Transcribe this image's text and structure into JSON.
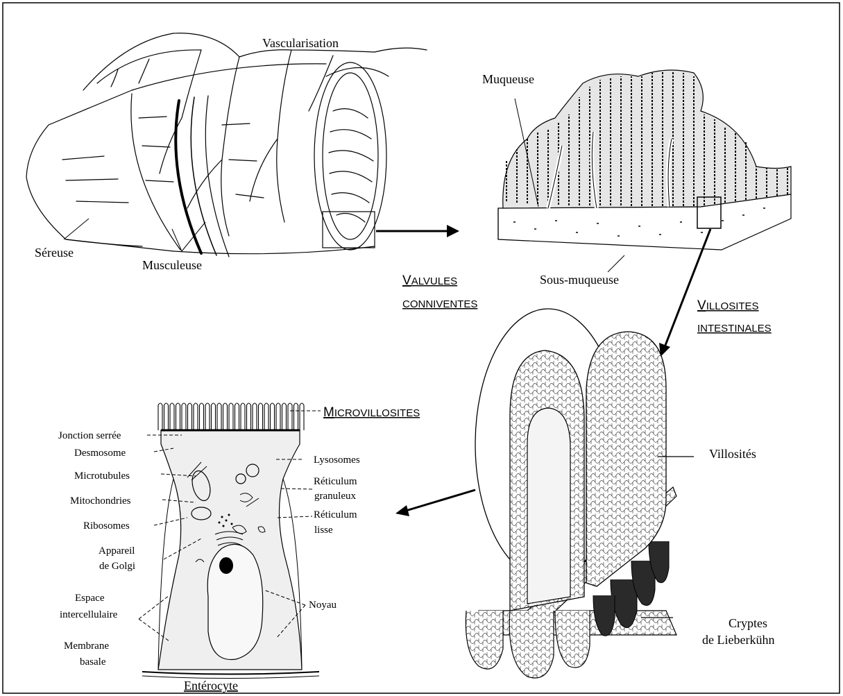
{
  "labels": {
    "vascularisation": "Vascularisation",
    "sereuse": "Séreuse",
    "musculeuse": "Musculeuse",
    "muqueuse": "Muqueuse",
    "sous_muqueuse": "Sous-muqueuse",
    "villosites": "Villosités",
    "cryptes_line1": "Cryptes",
    "cryptes_line2": "de Lieberkühn",
    "jonction_serree": "Jonction serrée",
    "desmosome": "Desmosome",
    "microtubules": "Microtubules",
    "mitochondries": "Mitochondries",
    "ribosomes": "Ribosomes",
    "golgi_line1": "Appareil",
    "golgi_line2": "de Golgi",
    "espace_line1": "Espace",
    "espace_line2": "intercellulaire",
    "membrane_line1": "Membrane",
    "membrane_line2": "basale",
    "lysosomes": "Lysosomes",
    "ret_gran_line1": "Réticulum",
    "ret_gran_line2": "granuleux",
    "ret_lisse_line1": "Réticulum",
    "ret_lisse_line2": "lisse",
    "noyau": "Noyau",
    "enterocyte": "Entérocyte"
  },
  "titles": {
    "valvules_cap": "V",
    "valvules_rest": "ALVULES",
    "valvules_line2": "CONNIVENTES",
    "villosites_cap": "V",
    "villosites_rest": "ILLOSITES",
    "villosites_line2": "INTESTINALES",
    "microvillosites_cap": "M",
    "microvillosites_rest": "ICROVILLOSITES"
  }
}
